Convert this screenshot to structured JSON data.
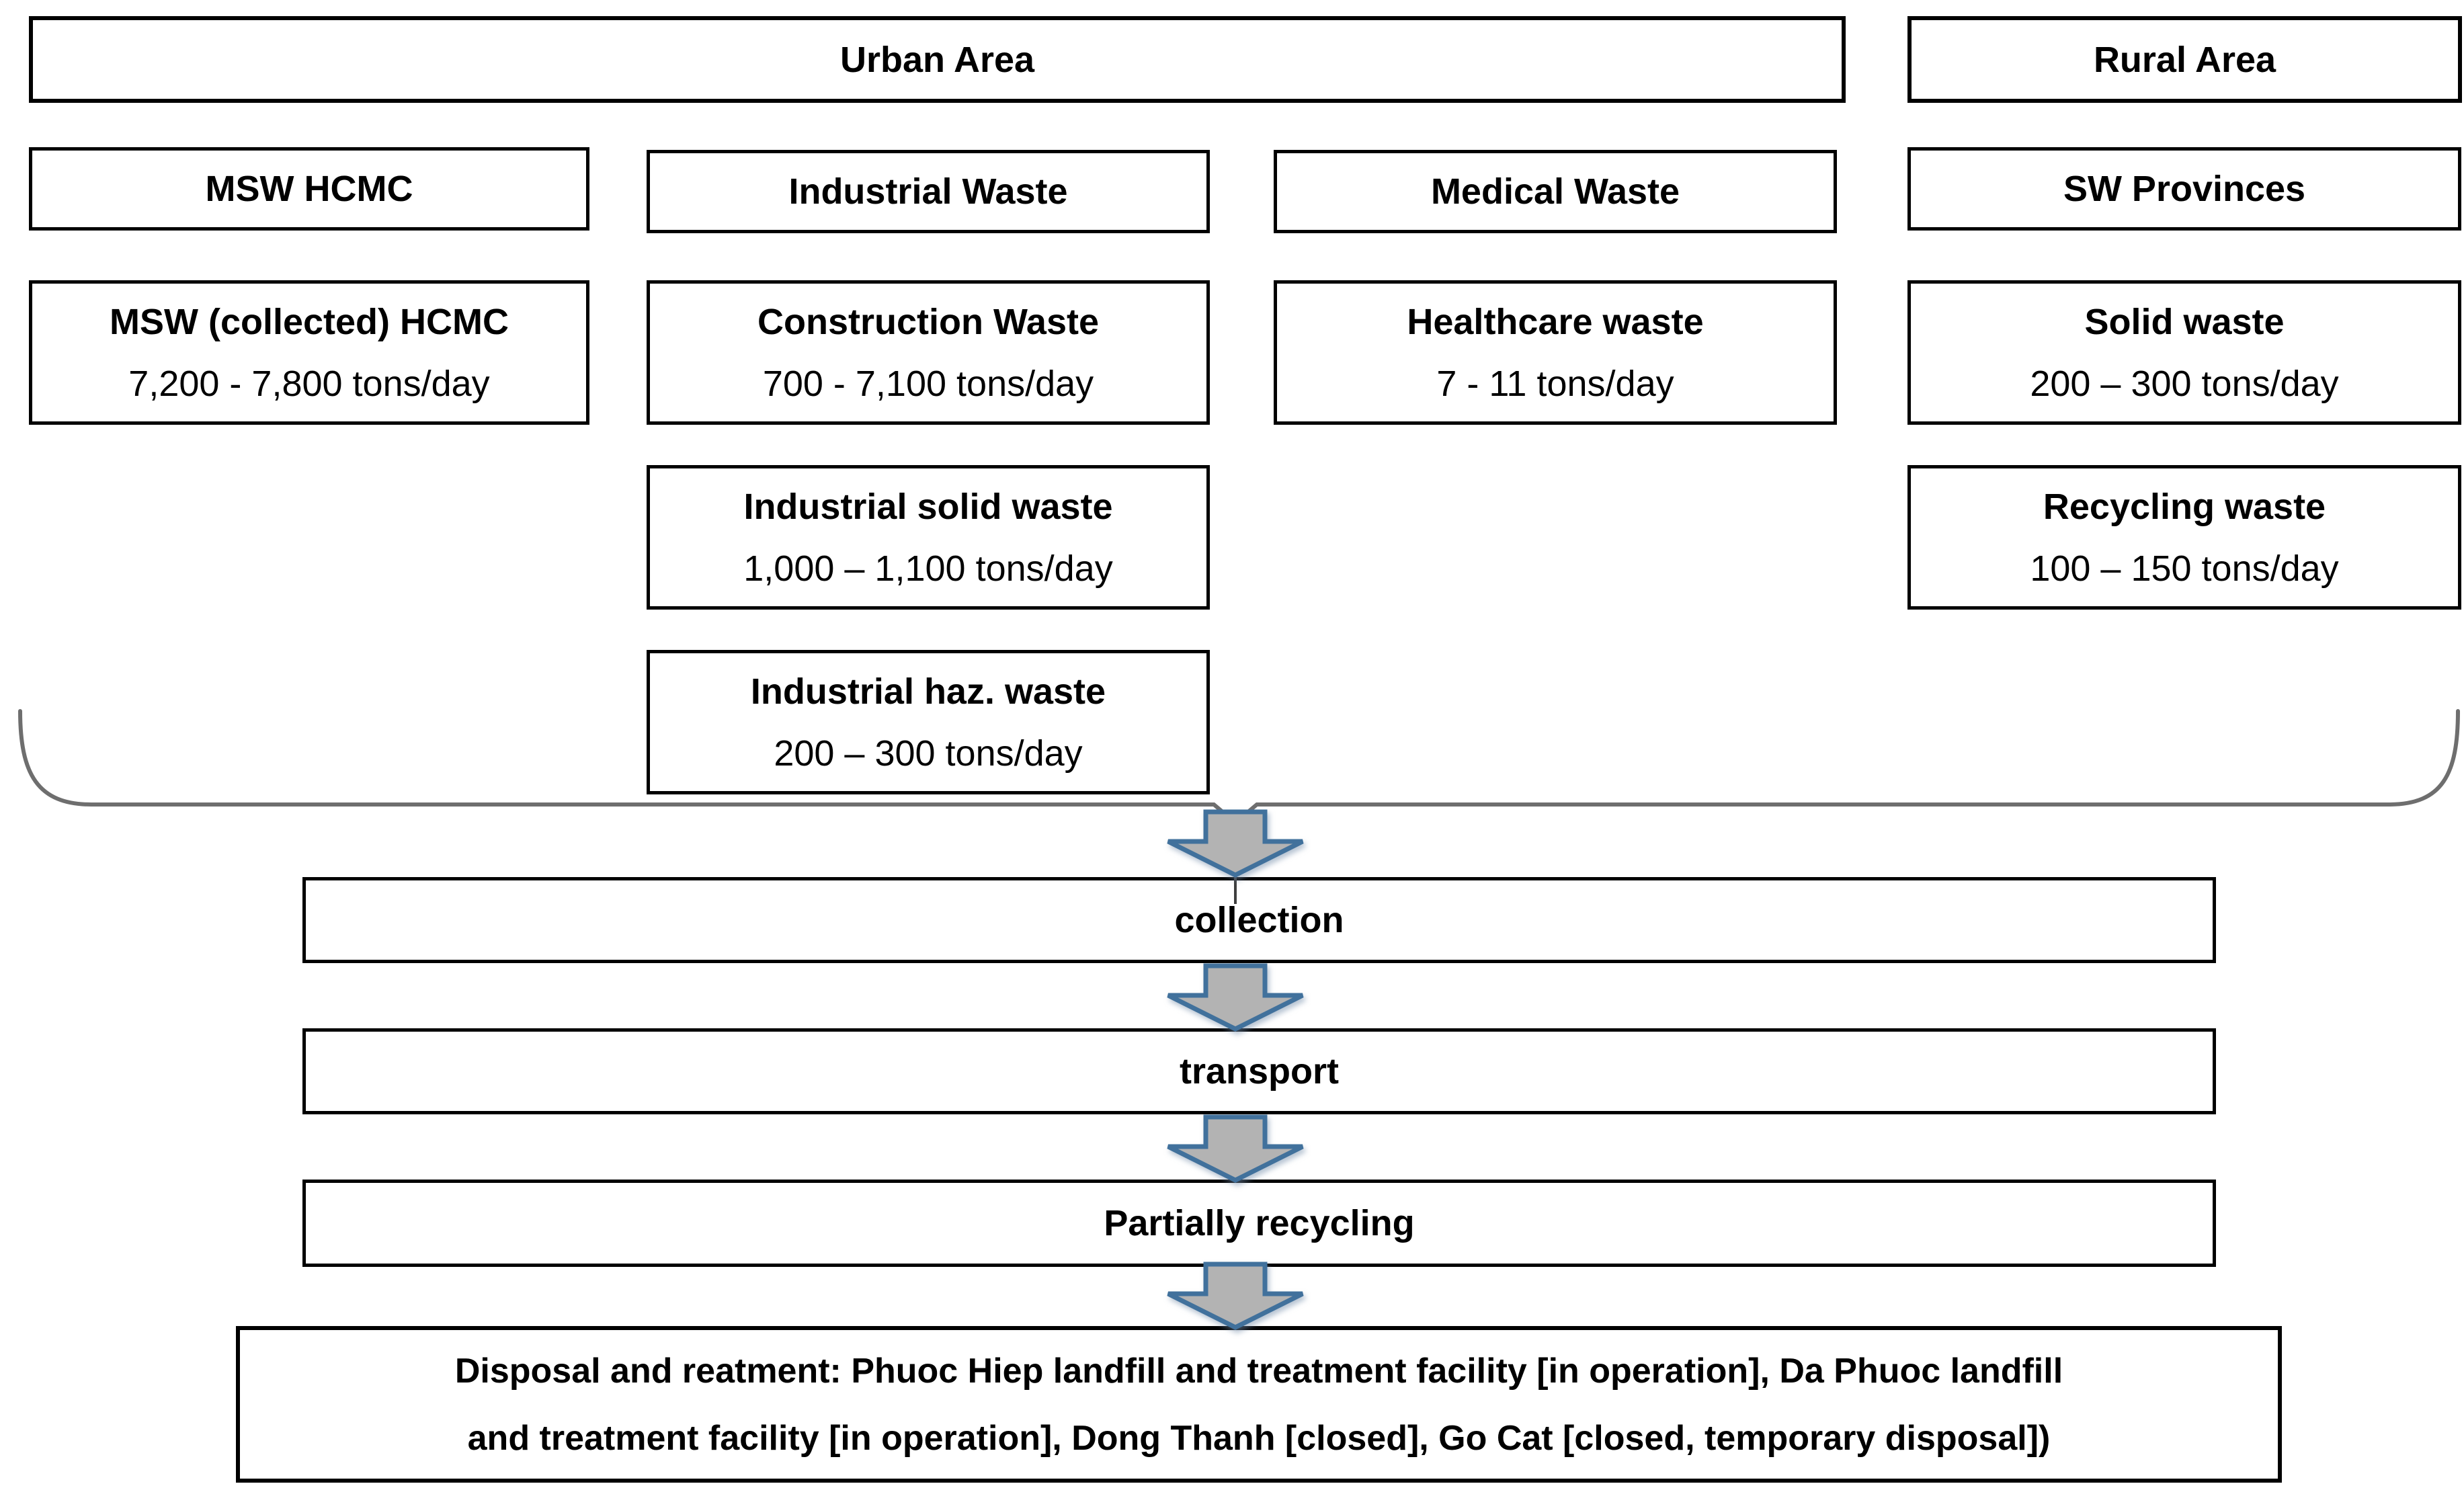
{
  "top": {
    "urban_label": "Urban Area",
    "rural_label": "Rural Area"
  },
  "columns": [
    {
      "header": "MSW HCMC",
      "boxes": [
        {
          "title": "MSW (collected) HCMC",
          "value": "7,200 - 7,800 tons/day"
        }
      ]
    },
    {
      "header": "Industrial Waste",
      "boxes": [
        {
          "title": "Construction Waste",
          "value": "700 - 7,100 tons/day"
        },
        {
          "title": "Industrial solid waste",
          "value": "1,000 – 1,100 tons/day"
        },
        {
          "title": "Industrial haz. waste",
          "value": "200 – 300 tons/day"
        }
      ]
    },
    {
      "header": "Medical Waste",
      "boxes": [
        {
          "title": "Healthcare waste",
          "value": "7 - 11 tons/day"
        }
      ]
    },
    {
      "header": "SW Provinces",
      "boxes": [
        {
          "title": "Solid waste",
          "value": "200 – 300 tons/day"
        },
        {
          "title": "Recycling waste",
          "value": "100 – 150 tons/day"
        }
      ]
    }
  ],
  "flow": {
    "steps": [
      "collection",
      "transport",
      "Partially recycling"
    ]
  },
  "disposal": {
    "lines": [
      "Disposal and reatment: Phuoc Hiep landfill and treatment facility [in operation], Da Phuoc landfill",
      "and treatment facility [in operation], Dong Thanh [closed], Go Cat [closed, temporary disposal])"
    ]
  },
  "colors": {
    "box_border": "#000000",
    "arrow_fill": "#b3b3b3",
    "arrow_stroke": "#41719c",
    "brace": "#6e6e6e",
    "connector": "#3f3f3f"
  }
}
